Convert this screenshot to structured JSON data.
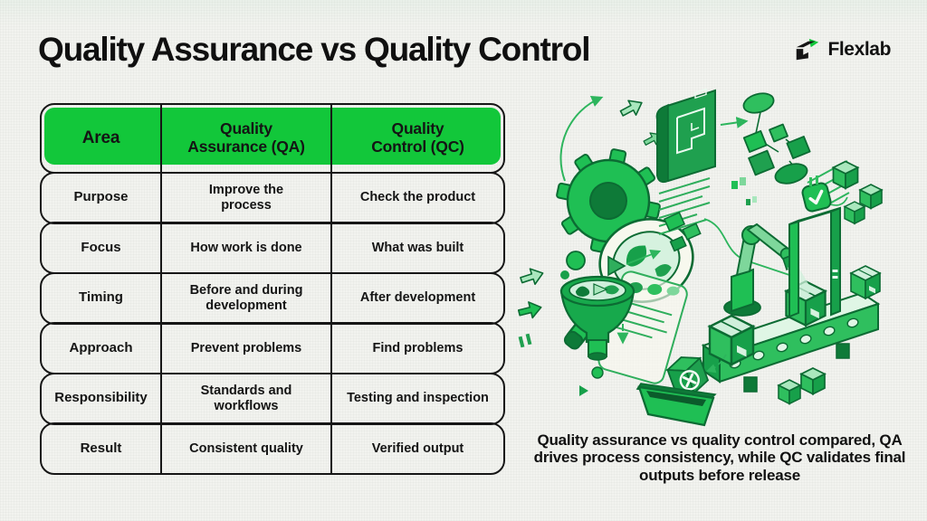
{
  "page": {
    "title": "Quality Assurance vs Quality Control"
  },
  "brand": {
    "name": "Flexlab"
  },
  "colors": {
    "accent_green": "#12C73A",
    "ink": "#141414",
    "background": "#F2F3EF",
    "illus_dark_green": "#0C6B33",
    "illus_mid_green": "#1FA04F",
    "illus_bright_green": "#1FBF54",
    "illus_light_green": "#A9E7BD",
    "illus_pale_green": "#D6F2DF"
  },
  "table": {
    "headers": [
      "Area",
      "Quality Assurance (QA)",
      "Quality Control (QC)"
    ],
    "header_lines": [
      [
        "Area"
      ],
      [
        "Quality",
        "Assurance (QA)"
      ],
      [
        "Quality",
        "Control (QC)"
      ]
    ],
    "rows": [
      [
        "Purpose",
        "Improve the process",
        "Check the product"
      ],
      [
        "Focus",
        "How work is done",
        "What was built"
      ],
      [
        "Timing",
        "Before and during development",
        "After development"
      ],
      [
        "Approach",
        "Prevent problems",
        "Find problems"
      ],
      [
        "Responsibility",
        "Standards and workflows",
        "Testing and inspection"
      ],
      [
        "Result",
        "Consistent quality",
        "Verified output"
      ]
    ]
  },
  "caption": {
    "text": "Quality assurance vs quality control compared, QA drives process consistency, while QC validates final outputs before release"
  },
  "illustration": {
    "description": "Isometric green illustration of QA/QC pipeline: gear with magnifying glass, blueprint, flowchart, funnel filtering shapes, robot arm and inspection gate over a conveyor with boxes, rejected box in a bin"
  }
}
